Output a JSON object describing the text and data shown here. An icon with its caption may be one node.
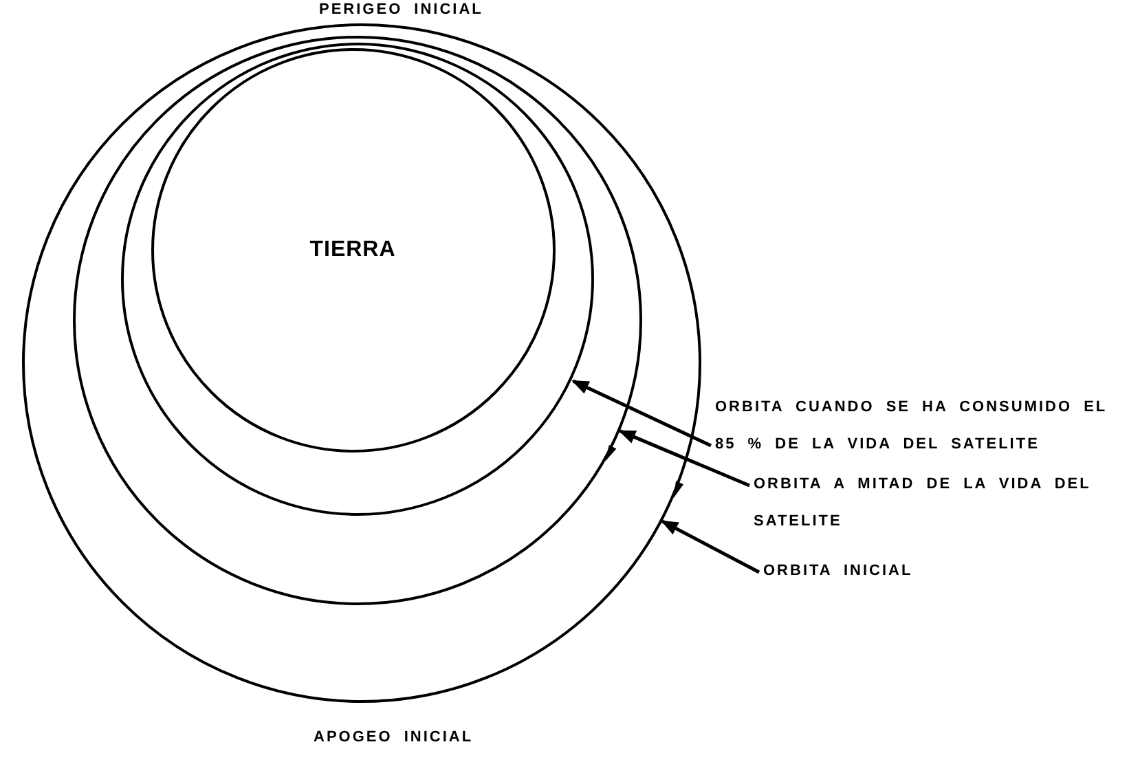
{
  "diagram": {
    "nodes": [
      {
        "text": [],
        "shape": "circle"
      },
      {
        "text": [],
        "shape": "circle",
        "in": 0
      },
      {
        "text": [],
        "shape": "circle",
        "in": 1
      },
      {
        "text": [
          "TIERRA"
        ],
        "in": 2
      },
      {
        "text": [
          "ORBITA CUANDO SE HA CONSUMIDO EL 85 % DE LA VIDA DEL SATELITE"
        ]
      },
      {
        "text": [
          "ORBITA A MITAD DE LA VIDA DEL SATELITE"
        ]
      },
      {
        "text": [
          "ORBITA INICIAL"
        ]
      }
    ],
    "edges": [
      {
        "from": 4,
        "to": 2,
        "arrow": "to"
      },
      {
        "from": 5,
        "to": 1,
        "arrow": "to"
      },
      {
        "from": 6,
        "to": 0,
        "arrow": "to"
      }
    ],
    "labels": [
      "PERIGEO INICIAL",
      "APOGEO INICIAL"
    ]
  }
}
